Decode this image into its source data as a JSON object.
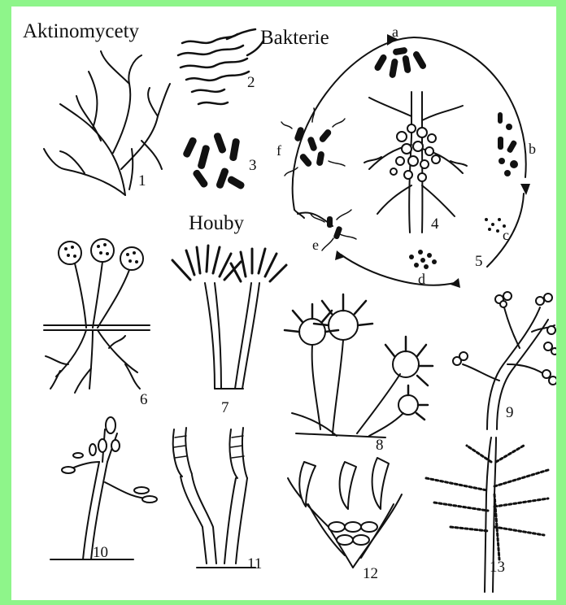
{
  "headings": {
    "actinomycetes": "Aktinomycety",
    "bacteria": "Bakterie",
    "fungi": "Houby"
  },
  "numbers": {
    "n1": "1",
    "n2": "2",
    "n3": "3",
    "n4": "4",
    "n5": "5",
    "n6": "6",
    "n7": "7",
    "n8": "8",
    "n9": "9",
    "n10": "10",
    "n11": "11",
    "n12": "12",
    "n13": "13"
  },
  "cycle_letters": {
    "a": "a",
    "b": "b",
    "c": "c",
    "d": "d",
    "e": "e",
    "f": "f"
  },
  "colors": {
    "border": "#8ef58a",
    "paper": "#ffffff",
    "ink": "#111111"
  }
}
